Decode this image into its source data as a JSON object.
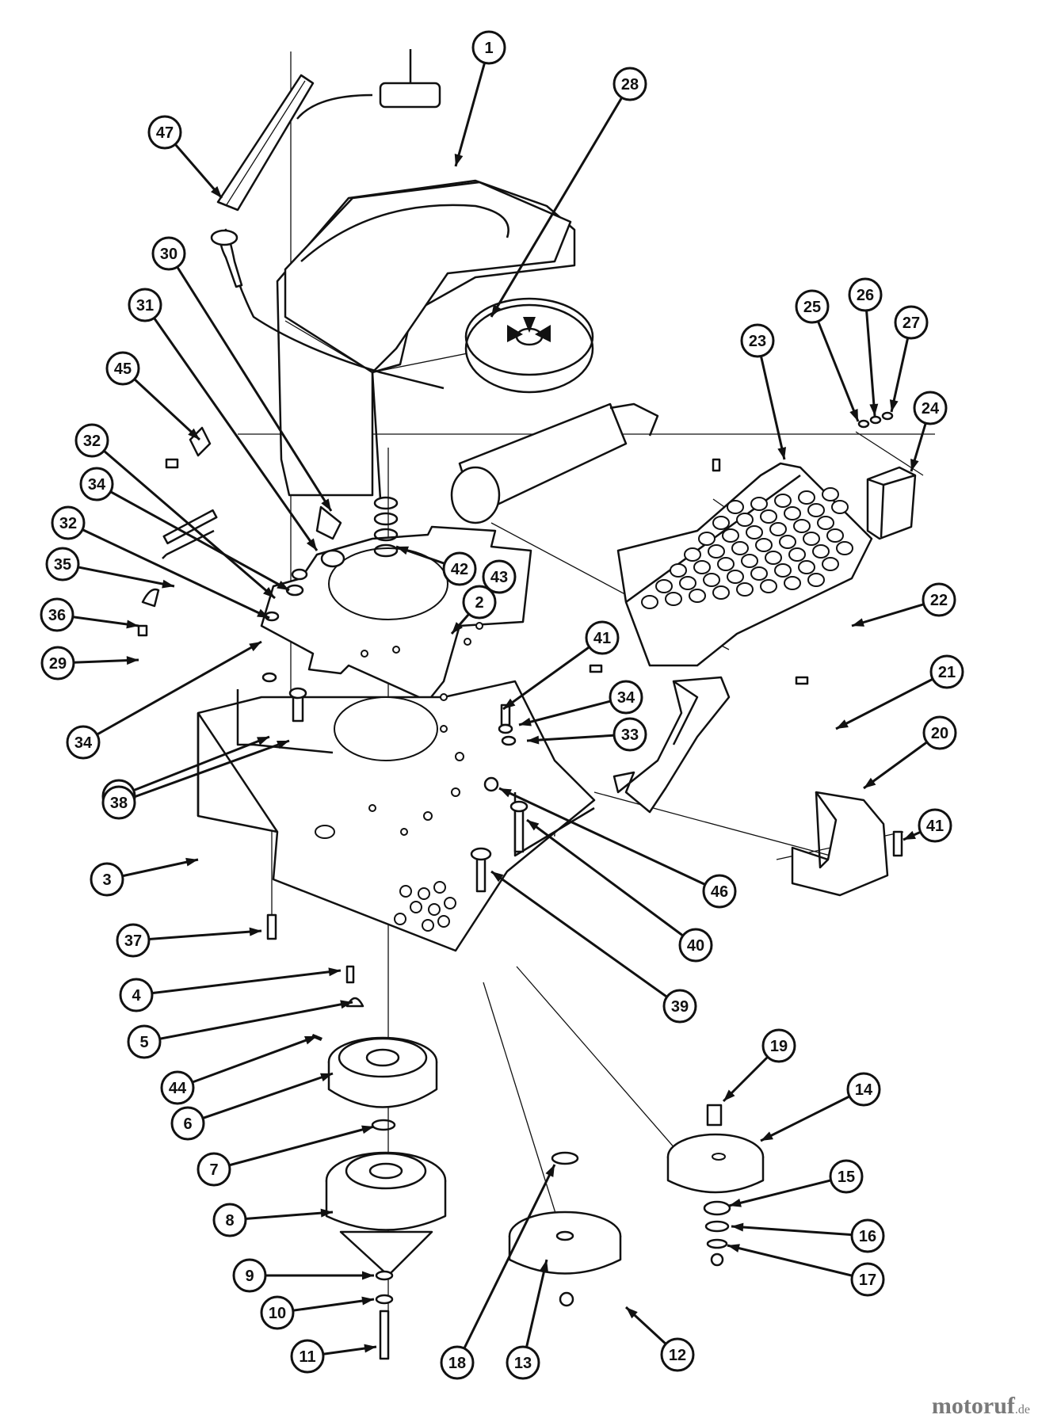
{
  "callouts": [
    {
      "id": "c1",
      "label": "1"
    },
    {
      "id": "c2",
      "label": "2"
    },
    {
      "id": "c3",
      "label": "3"
    },
    {
      "id": "c4",
      "label": "4"
    },
    {
      "id": "c5",
      "label": "5"
    },
    {
      "id": "c6",
      "label": "6"
    },
    {
      "id": "c7",
      "label": "7"
    },
    {
      "id": "c8",
      "label": "8"
    },
    {
      "id": "c9",
      "label": "9"
    },
    {
      "id": "c10",
      "label": "10"
    },
    {
      "id": "c11",
      "label": "11"
    },
    {
      "id": "c12",
      "label": "12"
    },
    {
      "id": "c13",
      "label": "13"
    },
    {
      "id": "c14",
      "label": "14"
    },
    {
      "id": "c15",
      "label": "15"
    },
    {
      "id": "c16",
      "label": "16"
    },
    {
      "id": "c17",
      "label": "17"
    },
    {
      "id": "c18",
      "label": "18"
    },
    {
      "id": "c19",
      "label": "19"
    },
    {
      "id": "c20",
      "label": "20"
    },
    {
      "id": "c21",
      "label": "21"
    },
    {
      "id": "c22",
      "label": "22"
    },
    {
      "id": "c23",
      "label": "23"
    },
    {
      "id": "c24",
      "label": "24"
    },
    {
      "id": "c25",
      "label": "25"
    },
    {
      "id": "c26",
      "label": "26"
    },
    {
      "id": "c27",
      "label": "27"
    },
    {
      "id": "c28",
      "label": "28"
    },
    {
      "id": "c29",
      "label": "29"
    },
    {
      "id": "c30",
      "label": "30"
    },
    {
      "id": "c31",
      "label": "31"
    },
    {
      "id": "c32a",
      "label": "32"
    },
    {
      "id": "c32b",
      "label": "32"
    },
    {
      "id": "c33a",
      "label": "33"
    },
    {
      "id": "c33b",
      "label": "33"
    },
    {
      "id": "c34a",
      "label": "34"
    },
    {
      "id": "c34b",
      "label": "34"
    },
    {
      "id": "c34c",
      "label": "34"
    },
    {
      "id": "c35",
      "label": "35"
    },
    {
      "id": "c36",
      "label": "36"
    },
    {
      "id": "c37",
      "label": "37"
    },
    {
      "id": "c38",
      "label": "38"
    },
    {
      "id": "c39",
      "label": "39"
    },
    {
      "id": "c40",
      "label": "40"
    },
    {
      "id": "c41a",
      "label": "41"
    },
    {
      "id": "c41b",
      "label": "41"
    },
    {
      "id": "c42",
      "label": "42"
    },
    {
      "id": "c43",
      "label": "43"
    },
    {
      "id": "c44",
      "label": "44"
    },
    {
      "id": "c45",
      "label": "45"
    },
    {
      "id": "c46",
      "label": "46"
    },
    {
      "id": "c47",
      "label": "47"
    }
  ],
  "watermark": {
    "brand": "motoruf",
    "domain": ".de"
  }
}
